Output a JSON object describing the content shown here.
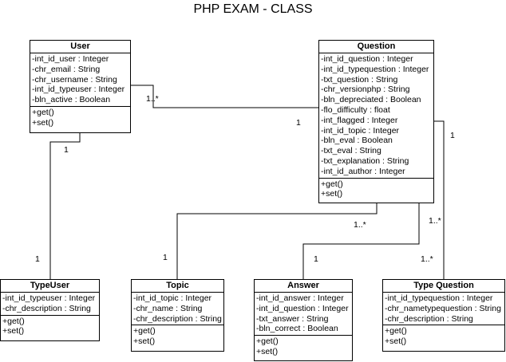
{
  "title": "PHP EXAM - CLASS",
  "classes": {
    "user": {
      "name": "User",
      "attributes": [
        "-int_id_user : Integer",
        "-chr_email : String",
        "-chr_username : String",
        "-int_id_typeuser : Integer",
        "-bln_active : Boolean"
      ],
      "operations": [
        "+get()",
        "+set()"
      ]
    },
    "question": {
      "name": "Question",
      "attributes": [
        "-int_id_question : Integer",
        "-int_id_typequestion : Integer",
        "-txt_question : String",
        "-chr_versionphp : String",
        "-bln_depreciated : Boolean",
        "-flo_difficulty : float",
        "-int_flagged : Integer",
        "-int_id_topic : Integer",
        "-bln_eval : Boolean",
        "-txt_eval : String",
        "-txt_explanation : String",
        "-int_id_author : Integer"
      ],
      "operations": [
        "+get()",
        "+set()"
      ]
    },
    "typeuser": {
      "name": "TypeUser",
      "attributes": [
        "-int_id_typeuser : Integer",
        "-chr_description : String"
      ],
      "operations": [
        "+get()",
        "+set()"
      ]
    },
    "topic": {
      "name": "Topic",
      "attributes": [
        "-int_id_topic : Integer",
        "-chr_name : String",
        "-chr_description : String"
      ],
      "operations": [
        "+get()",
        "+set()"
      ]
    },
    "answer": {
      "name": "Answer",
      "attributes": [
        "-int_id_answer : Integer",
        "-int_id_question : Integer",
        "-txt_answer : String",
        "-bln_correct : Boolean"
      ],
      "operations": [
        "+get()",
        "+set()"
      ]
    },
    "typequestion": {
      "name": "Type Question",
      "attributes": [
        "-int_id_typequestion : Integer",
        "-chr_nametypequestion : String",
        "-chr_description : String"
      ],
      "operations": [
        "+get()",
        "+set()"
      ]
    }
  },
  "multiplicities": {
    "user_question_user_end": "1..*",
    "user_question_question_end": "1",
    "user_typeuser_user_end": "1",
    "user_typeuser_typeuser_end": "1",
    "topic_question_topic_end": "1",
    "topic_question_question_end": "1..*",
    "answer_question_answer_end": "1",
    "typequestion_question_question_end": "1",
    "typequestion_question_mid": "1..*",
    "typequestion_question_typequestion_end": "1..*"
  }
}
